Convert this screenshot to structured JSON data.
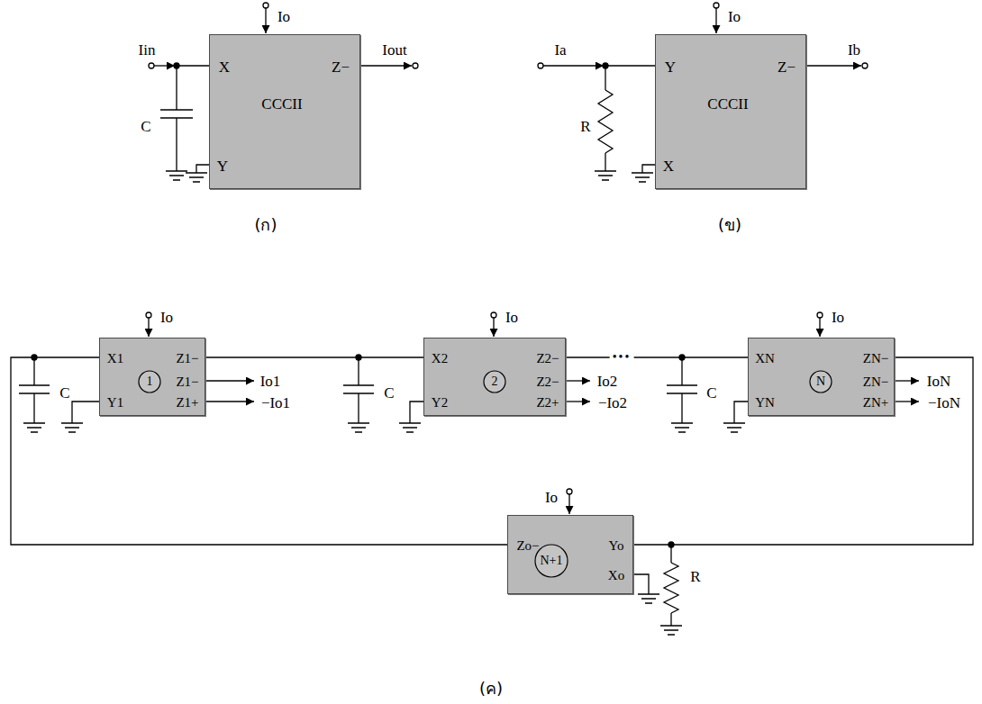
{
  "diagram": {
    "nodes": [
      {
        "text": [
          "X",
          "Z−",
          "CCCII",
          "Y"
        ]
      },
      {
        "text": [
          "Y",
          "Z−",
          "CCCII",
          "X"
        ]
      },
      {
        "text": [
          "X1",
          "Z1−",
          "Z1−",
          "Z1+",
          "Y1"
        ]
      },
      {
        "text": [
          "1"
        ],
        "in": 2
      },
      {
        "text": [
          "X2",
          "Z2−",
          "Z2−",
          "Z2+",
          "Y2"
        ]
      },
      {
        "text": [
          "2"
        ],
        "in": 4
      },
      {
        "text": [
          "XN",
          "ZN−",
          "ZN−",
          "ZN+",
          "YN"
        ]
      },
      {
        "text": [
          "N"
        ],
        "in": 6
      },
      {
        "text": [
          "Zo−",
          "Yo",
          "Xo"
        ]
      },
      {
        "text": [
          "N+1"
        ],
        "in": 8
      }
    ],
    "edges": [
      {
        "from": 2,
        "to": 4,
        "arrow": "none"
      },
      {
        "from": 4,
        "to": 6,
        "arrow": "none",
        "label": "•••"
      },
      {
        "from": 6,
        "to": 8,
        "arrow": "none"
      },
      {
        "from": 8,
        "to": 2,
        "arrow": "none"
      }
    ],
    "labels": [
      "Io",
      "Iin",
      "C",
      "Iout",
      "(ก)",
      "Io",
      "Ia",
      "R",
      "Ib",
      "(ข)",
      "Io",
      "C",
      "Io1",
      "−Io1",
      "C",
      "Io2",
      "−Io2",
      "C",
      "Io",
      "Io",
      "IoN",
      "−IoN",
      "Io",
      "R",
      "(ค)"
    ]
  }
}
